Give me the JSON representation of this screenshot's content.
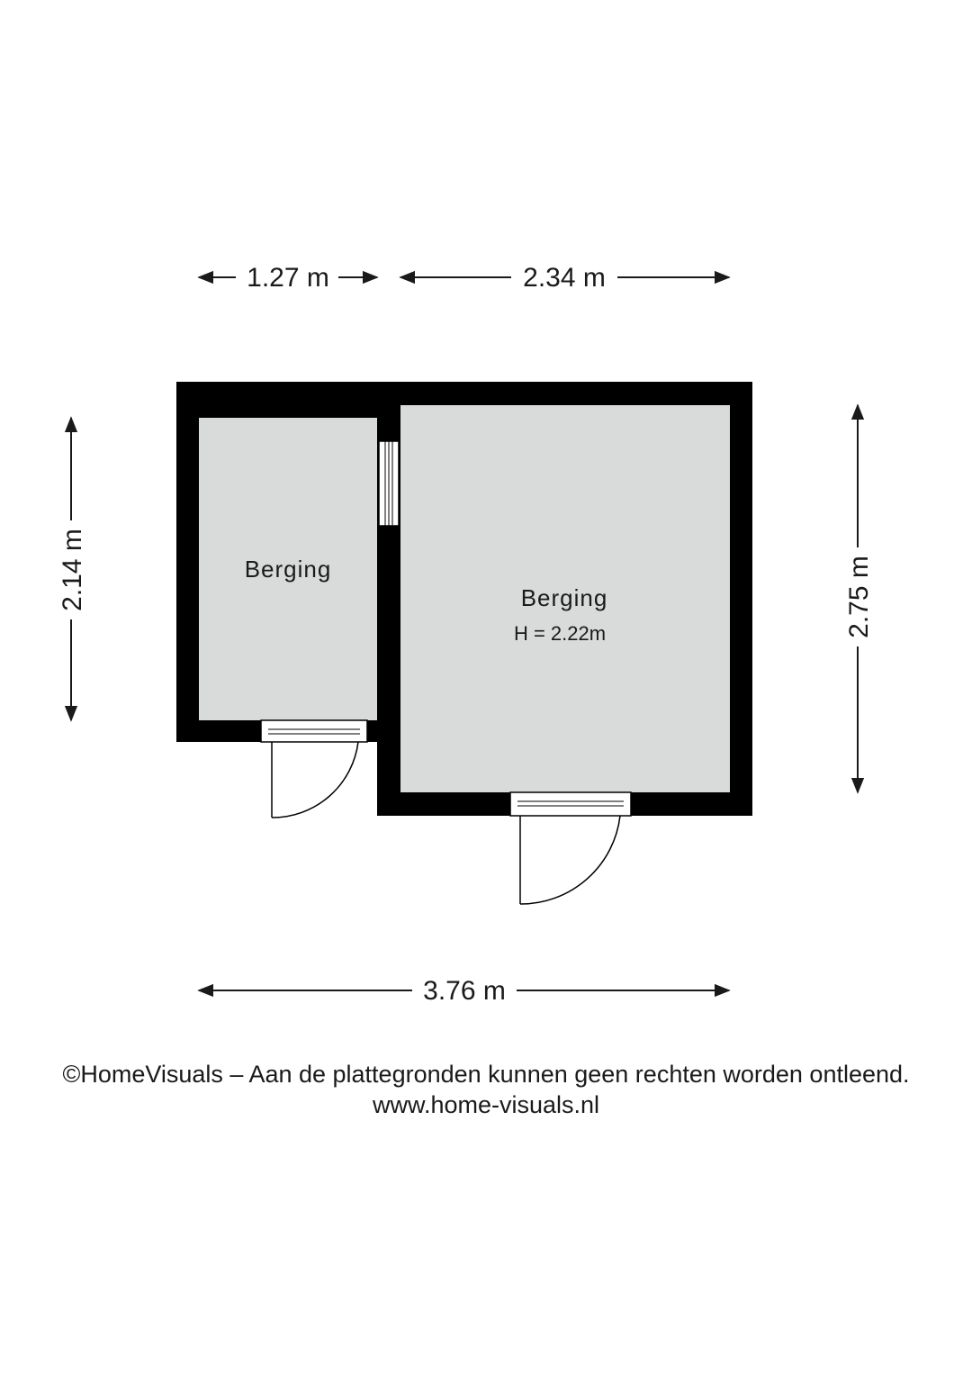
{
  "dimensions": {
    "top_left": "1.27 m",
    "top_right": "2.34 m",
    "left": "2.14 m",
    "right": "2.75 m",
    "bottom": "3.76 m"
  },
  "rooms": {
    "small": {
      "name": "Berging"
    },
    "large": {
      "name": "Berging",
      "height": "H = 2.22m"
    }
  },
  "footer": {
    "copyright": "©HomeVisuals – Aan de plattegronden kunnen geen rechten worden ontleend.",
    "website": "www.home-visuals.nl"
  },
  "colors": {
    "wall": "#000000",
    "floor": "#d9dada",
    "dimension_line": "#1a1a1a"
  }
}
